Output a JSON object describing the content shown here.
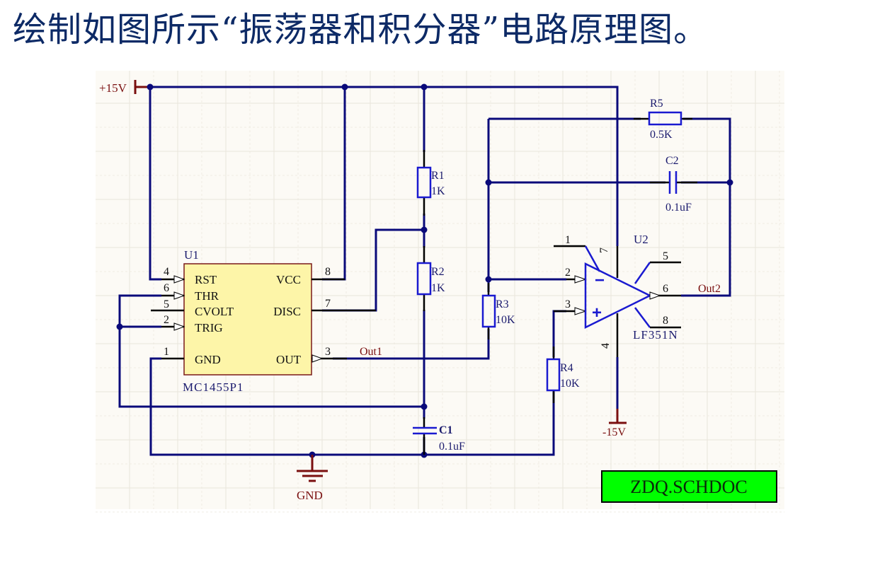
{
  "title": "绘制如图所示“振荡器和积分器”电路原理图。",
  "colors": {
    "title": "#0d2a66",
    "wire": "#0a0a7a",
    "component": "#1a1ad0",
    "power": "#7a0f0f",
    "ic_fill": "#fdf5a8",
    "ic_border": "#7a1a1a",
    "sheet_bg": "#fcfaf5",
    "doc_badge_bg": "#00ff00"
  },
  "power": {
    "vcc_label": "+15V",
    "vee_label": "-15V",
    "gnd_label": "GND"
  },
  "u1": {
    "designator": "U1",
    "part": "MC1455P1",
    "left_pins": [
      {
        "num": "4",
        "name": "RST"
      },
      {
        "num": "6",
        "name": "THR"
      },
      {
        "num": "5",
        "name": "CVOLT"
      },
      {
        "num": "2",
        "name": "TRIG"
      },
      {
        "num": "1",
        "name": "GND"
      }
    ],
    "right_pins": [
      {
        "num": "8",
        "name": "VCC"
      },
      {
        "num": "7",
        "name": "DISC"
      },
      {
        "num": "3",
        "name": "OUT"
      }
    ]
  },
  "u2": {
    "designator": "U2",
    "part": "LF351N",
    "pins": {
      "p1": "1",
      "p2": "2",
      "p3": "3",
      "p4": "4",
      "p5": "5",
      "p6": "6",
      "p7": "7",
      "p8": "8"
    },
    "minus": "−",
    "plus": "+"
  },
  "resistors": [
    {
      "ref": "R1",
      "value": "1K"
    },
    {
      "ref": "R2",
      "value": "1K"
    },
    {
      "ref": "R3",
      "value": "10K"
    },
    {
      "ref": "R4",
      "value": "10K"
    },
    {
      "ref": "R5",
      "value": "0.5K"
    }
  ],
  "capacitors": [
    {
      "ref": "C1",
      "value": "0.1uF"
    },
    {
      "ref": "C2",
      "value": "0.1uF"
    }
  ],
  "net_labels": {
    "out1": "Out1",
    "out2": "Out2"
  },
  "doc_badge": "ZDQ.SCHDOC"
}
